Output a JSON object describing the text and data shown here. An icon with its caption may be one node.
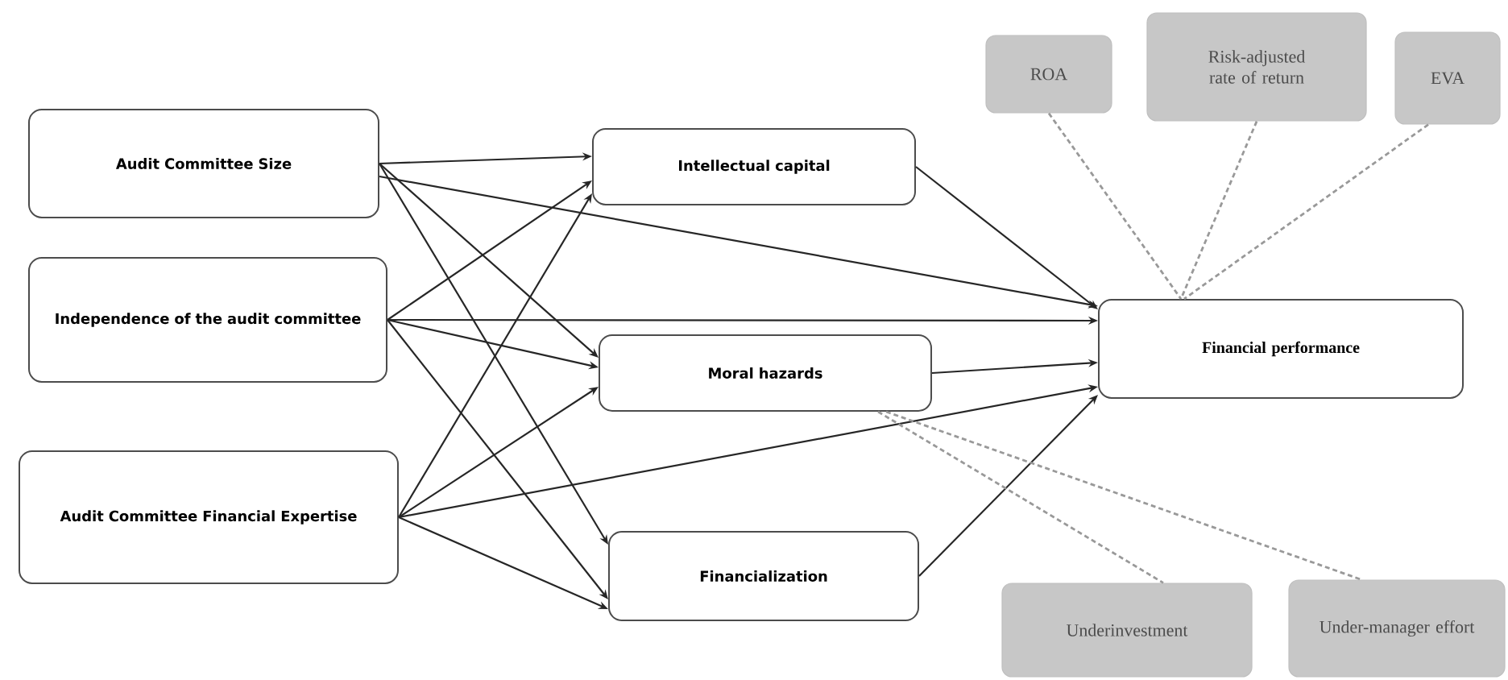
{
  "diagram": {
    "nodes": [
      {
        "text": [
          "Audit Committee Size"
        ]
      },
      {
        "text": [
          "Independence of the audit committee"
        ]
      },
      {
        "text": [
          "Audit Committee Financial Expertise"
        ]
      },
      {
        "text": [
          "Intellectual capital"
        ]
      },
      {
        "text": [
          "Moral hazards"
        ]
      },
      {
        "text": [
          "Financialization"
        ]
      },
      {
        "text": [
          "Financial performance"
        ]
      },
      {
        "text": [
          "ROA"
        ]
      },
      {
        "text": [
          "Risk-adjusted rate of return"
        ]
      },
      {
        "text": [
          "EVA"
        ]
      },
      {
        "text": [
          "Underinvestment"
        ]
      },
      {
        "text": [
          "Under-manager effort"
        ]
      }
    ],
    "edges": [
      {
        "from": 0,
        "to": 3,
        "arrow": "to"
      },
      {
        "from": 0,
        "to": 4,
        "arrow": "to"
      },
      {
        "from": 0,
        "to": 5,
        "arrow": "to"
      },
      {
        "from": 0,
        "to": 6,
        "arrow": "to"
      },
      {
        "from": 1,
        "to": 3,
        "arrow": "to"
      },
      {
        "from": 1,
        "to": 4,
        "arrow": "to"
      },
      {
        "from": 1,
        "to": 5,
        "arrow": "to"
      },
      {
        "from": 1,
        "to": 6,
        "arrow": "to"
      },
      {
        "from": 2,
        "to": 3,
        "arrow": "to"
      },
      {
        "from": 2,
        "to": 4,
        "arrow": "to"
      },
      {
        "from": 2,
        "to": 5,
        "arrow": "to"
      },
      {
        "from": 2,
        "to": 6,
        "arrow": "to"
      },
      {
        "from": 3,
        "to": 6,
        "arrow": "to"
      },
      {
        "from": 4,
        "to": 6,
        "arrow": "to"
      },
      {
        "from": 5,
        "to": 6,
        "arrow": "to"
      },
      {
        "from": 7,
        "to": 6,
        "arrow": "none",
        "style": "dashed",
        "color": "#999999"
      },
      {
        "from": 8,
        "to": 6,
        "arrow": "none",
        "style": "dashed",
        "color": "#999999"
      },
      {
        "from": 9,
        "to": 6,
        "arrow": "none",
        "style": "dashed",
        "color": "#999999"
      },
      {
        "from": 4,
        "to": 10,
        "arrow": "none",
        "style": "dashed",
        "color": "#999999"
      },
      {
        "from": 4,
        "to": 11,
        "arrow": "none",
        "style": "dashed",
        "color": "#999999"
      }
    ]
  }
}
